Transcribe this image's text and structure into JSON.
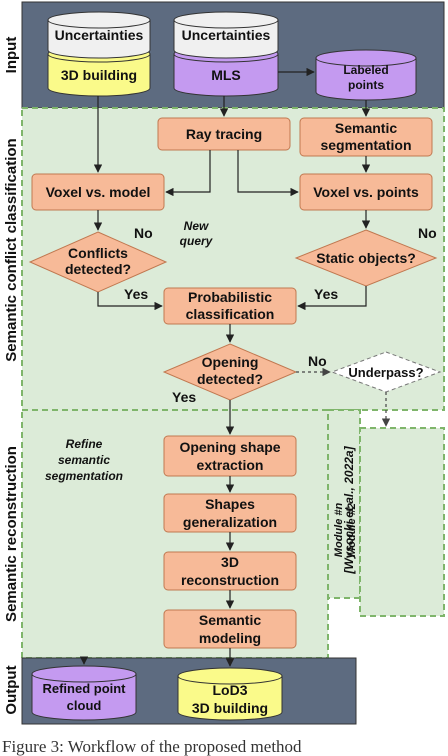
{
  "sections": {
    "input": "Input",
    "classification": "Semantic conflict classification",
    "reconstruction": "Semantic reconstruction",
    "output": "Output"
  },
  "nodes": {
    "uncert_left": "Uncertainties",
    "building_3d": "3D building",
    "uncert_right": "Uncertainties",
    "mls": "MLS",
    "labeled_points": [
      "Labeled",
      "points"
    ],
    "ray_tracing": "Ray tracing",
    "semantic_segmentation": [
      "Semantic",
      "segmentation"
    ],
    "voxel_model": "Voxel vs. model",
    "voxel_points": "Voxel vs. points",
    "conflicts_detected": [
      "Conflicts",
      "detected?"
    ],
    "static_objects": "Static objects?",
    "probabilistic": [
      "Probabilistic",
      "classification"
    ],
    "opening_detected": [
      "Opening",
      "detected?"
    ],
    "underpass": "Underpass?",
    "opening_shape": [
      "Opening shape",
      "extraction"
    ],
    "shapes_gen": [
      "Shapes",
      "generalization"
    ],
    "reconstruction_3d": [
      "3D",
      "reconstruction"
    ],
    "semantic_modeling": [
      "Semantic",
      "modeling"
    ],
    "refined_cloud": [
      "Refined point",
      "cloud"
    ],
    "lod3": [
      "LoD3",
      "3D building"
    ]
  },
  "annotations": {
    "new_query": [
      "New",
      "query"
    ],
    "refine": [
      "Refine",
      "semantic",
      "segmentation"
    ],
    "module_n": "Module #n",
    "module_2": "Module #2",
    "module_ref": "[Wysocki et al., 2022a]"
  },
  "edge_labels": {
    "no_left": "No",
    "no_right": "No",
    "yes_left": "Yes",
    "yes_right": "Yes",
    "no_opening": "No",
    "yes_opening": "Yes"
  },
  "caption": "Figure 3: Workflow of the proposed method",
  "colors": {
    "input_bg": "#5d6b80",
    "middle_bg": "#dcebd8",
    "dashed_border": "#7fb56b",
    "process": "#f7ba98",
    "process_stroke": "#c07850",
    "yellow": "#fafa8a",
    "purple": "#c49af0",
    "cylinder_top": "#f0f0f0"
  }
}
